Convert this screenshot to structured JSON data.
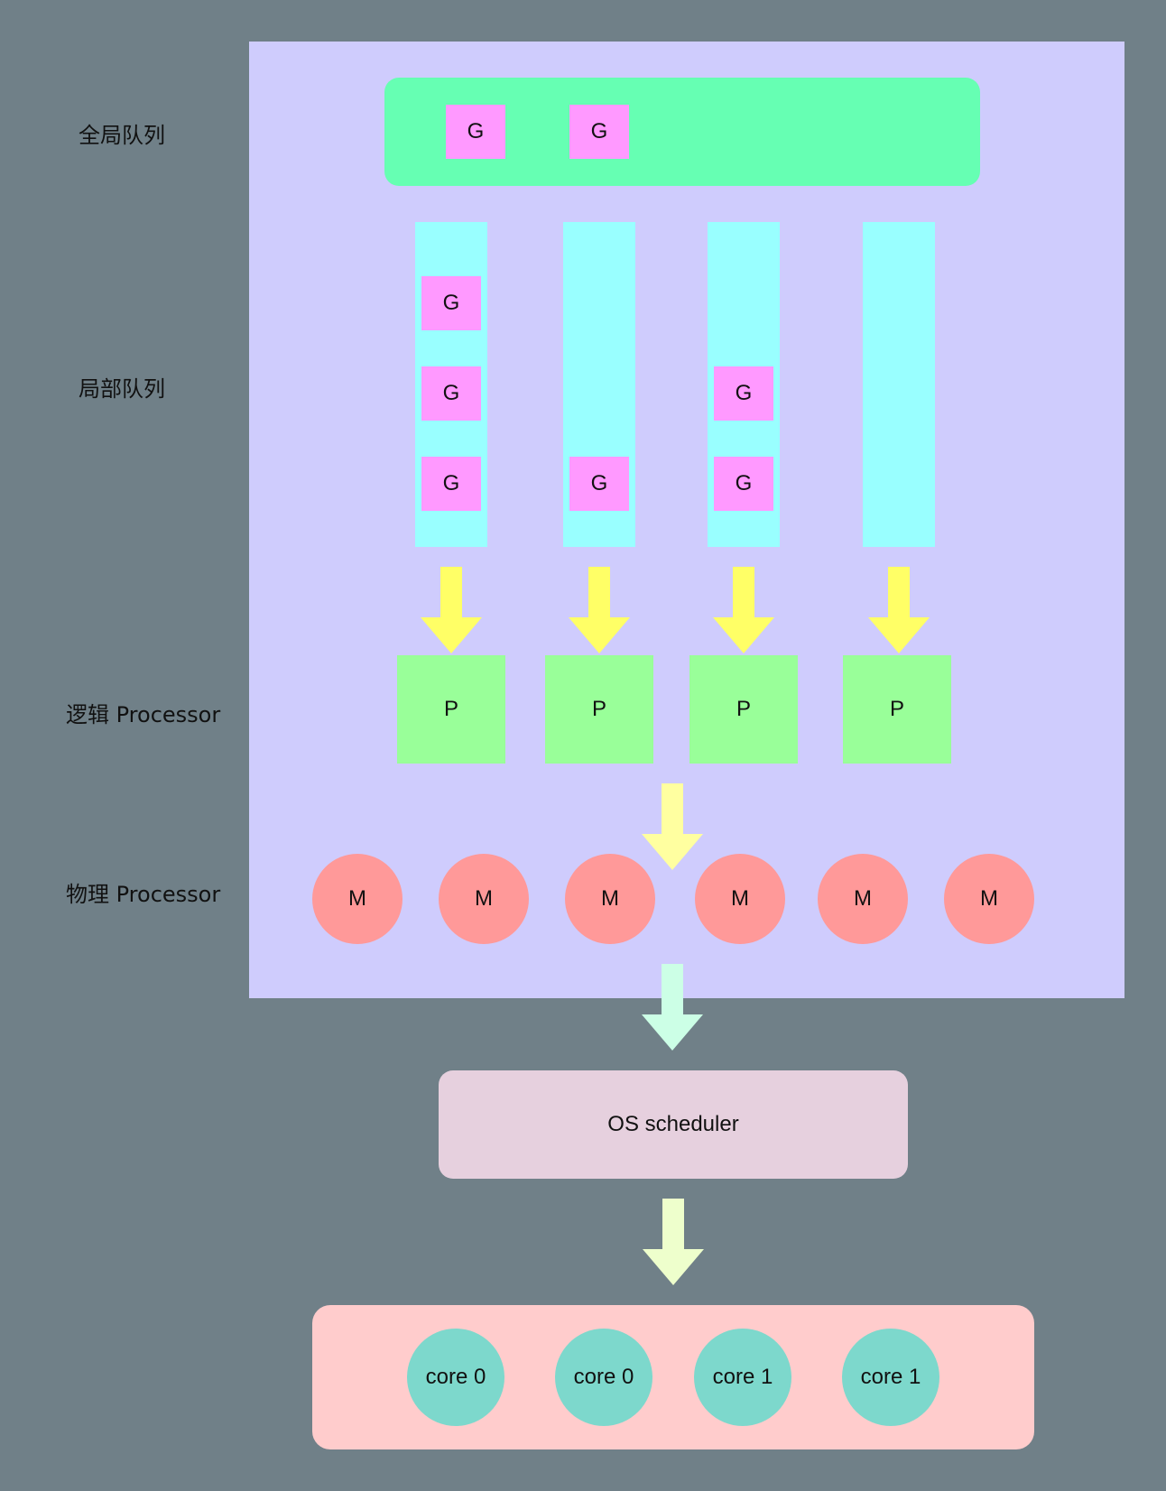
{
  "labels": {
    "global_queue": "全局队列",
    "local_queue": "局部队列",
    "logical_processor": "逻辑 Processor",
    "physical_processor": "物理 Processor"
  },
  "goroutine_label": "G",
  "processor_label": "P",
  "machine_label": "M",
  "os_scheduler": "OS scheduler",
  "cores": [
    "core 0",
    "core 0",
    "core 1",
    "core 1"
  ],
  "colors": {
    "background": "#708088",
    "panel": "#cfccfd",
    "global_queue": "#66ffb3",
    "local_queue": "#99ffff",
    "goroutine": "#ff99ff",
    "processor": "#99ff99",
    "machine": "#ff9999",
    "arrow_yellow": "#ffff66",
    "arrow_light_yellow": "#ffffa0",
    "arrow_mint": "#ccffe6",
    "arrow_light_green": "#eeffcc",
    "os_scheduler": "#e6d0de",
    "cores_panel": "#ffcccc",
    "core": "#7dd8cc"
  }
}
